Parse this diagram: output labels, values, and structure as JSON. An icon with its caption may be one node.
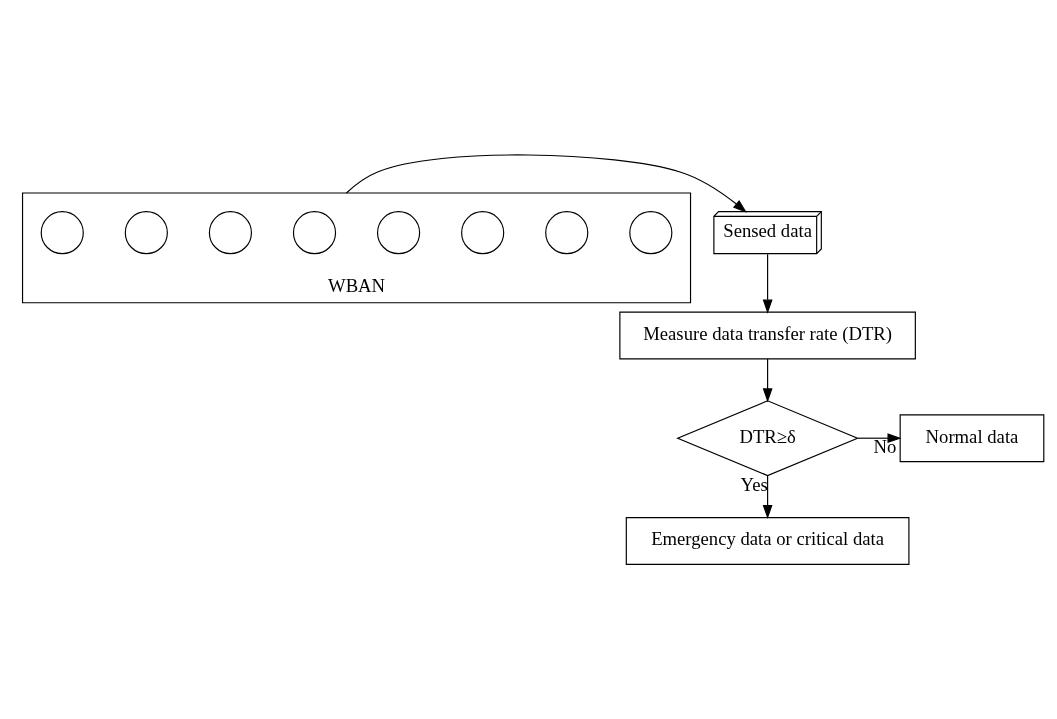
{
  "diagram": {
    "nodes": [
      {
        "text": [
          "WBAN"
        ]
      },
      {
        "text": [],
        "shape": "circle",
        "in": 0
      },
      {
        "text": [],
        "shape": "circle",
        "in": 0
      },
      {
        "text": [],
        "shape": "circle",
        "in": 0
      },
      {
        "text": [],
        "shape": "circle",
        "in": 0
      },
      {
        "text": [],
        "shape": "circle",
        "in": 0
      },
      {
        "text": [],
        "shape": "circle",
        "in": 0
      },
      {
        "text": [],
        "shape": "circle",
        "in": 0
      },
      {
        "text": [],
        "shape": "circle",
        "in": 0
      },
      {
        "text": [
          "Sensed data"
        ]
      },
      {
        "text": [
          "Measure data transfer rate (DTR)"
        ]
      },
      {
        "text": [
          "DTR≥δ"
        ]
      },
      {
        "text": [
          "Normal data"
        ]
      },
      {
        "text": [
          "Emergency data or critical data"
        ]
      }
    ],
    "edges": [
      {
        "from": 0,
        "to": 9,
        "arrow": "to"
      },
      {
        "from": 9,
        "to": 10,
        "arrow": "to"
      },
      {
        "from": 10,
        "to": 11,
        "arrow": "to"
      },
      {
        "from": 11,
        "to": 12,
        "arrow": "to",
        "label": "No"
      },
      {
        "from": 11,
        "to": 13,
        "arrow": "to",
        "label": "Yes"
      }
    ]
  }
}
